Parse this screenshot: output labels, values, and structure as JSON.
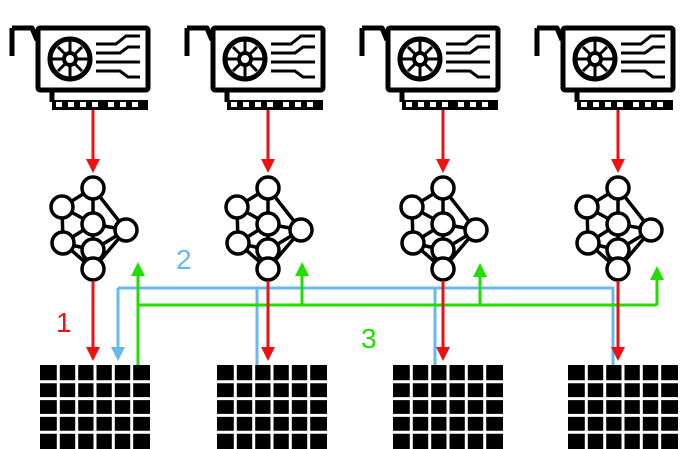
{
  "colors": {
    "gpu_arrow": "#ee1111",
    "broadcast_line": "#66b8f0",
    "gather_line": "#22dd00",
    "ink": "#000000"
  },
  "icons": {
    "gpu": "gpu-card-icon",
    "network": "neural-network-icon",
    "data": "data-grid-icon"
  },
  "columns": [
    {
      "id": "col-1"
    },
    {
      "id": "col-2"
    },
    {
      "id": "col-3"
    },
    {
      "id": "col-4"
    }
  ],
  "steps": [
    {
      "label": "1",
      "color": "#ee1111"
    },
    {
      "label": "2",
      "color": "#66b8f0"
    },
    {
      "label": "3",
      "color": "#22dd00"
    }
  ]
}
